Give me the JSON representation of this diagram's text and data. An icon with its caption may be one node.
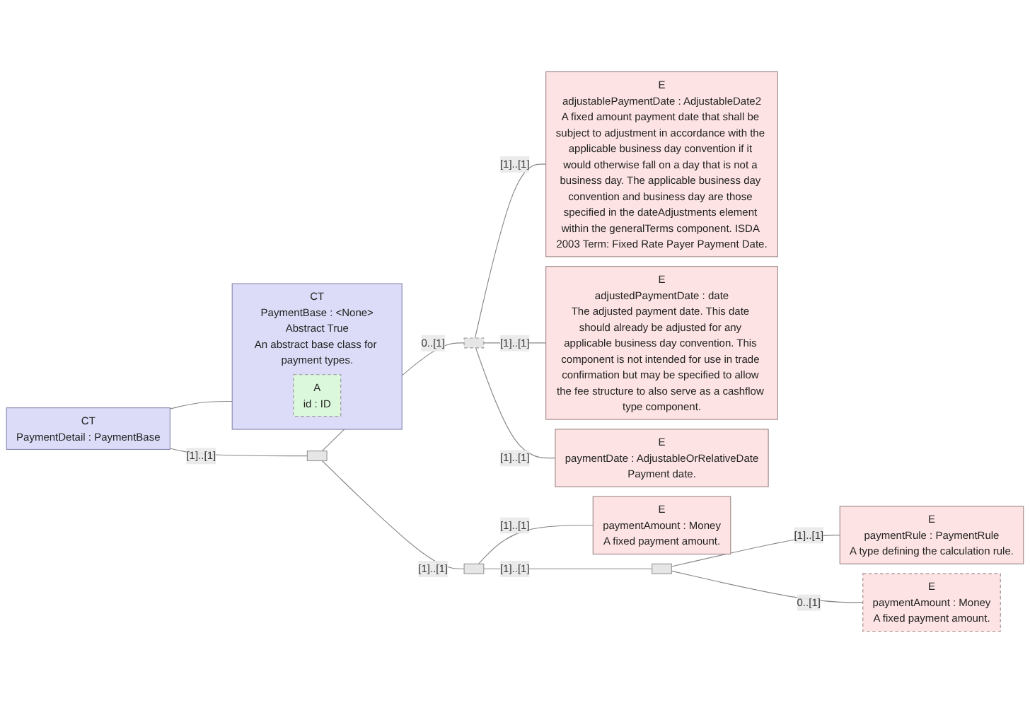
{
  "diagram": {
    "nodes": [
      {
        "text": [
          "CT",
          "PaymentDetail : PaymentBase"
        ]
      },
      {
        "text": [
          "CT",
          "PaymentBase : <None>",
          "Abstract True",
          "An abstract base class for payment types."
        ]
      },
      {
        "text": [
          "A",
          "id : ID"
        ],
        "in": 1
      },
      {
        "text": [],
        "shape": "box"
      },
      {
        "text": [],
        "shape": "box"
      },
      {
        "text": [
          "E",
          "adjustablePaymentDate : AdjustableDate2",
          "A fixed amount payment date that shall be subject to adjustment in accordance with the applicable business day convention if it would otherwise fall on a day that is not a business day. The applicable business day convention and business day are those specified in the dateAdjustments element within the generalTerms component. ISDA 2003 Term: Fixed Rate Payer Payment Date."
        ]
      },
      {
        "text": [
          "E",
          "adjustedPaymentDate : date",
          "The adjusted payment date. This date should already be adjusted for any applicable business day convention. This component is not intended for use in trade confirmation but may be specified to allow the fee structure to also serve as a cashflow type component."
        ]
      },
      {
        "text": [
          "E",
          "paymentDate : AdjustableOrRelativeDate",
          "Payment date."
        ]
      },
      {
        "text": [],
        "shape": "box"
      },
      {
        "text": [
          "E",
          "paymentAmount : Money",
          "A fixed payment amount."
        ]
      },
      {
        "text": [],
        "shape": "box"
      },
      {
        "text": [
          "E",
          "paymentRule : PaymentRule",
          "A type defining the calculation rule."
        ]
      },
      {
        "text": [
          "E",
          "paymentAmount : Money",
          "A fixed payment amount."
        ]
      }
    ],
    "edges": [
      {
        "from": 0,
        "to": 1,
        "arrow": "none"
      },
      {
        "from": 0,
        "to": 3,
        "arrow": "none",
        "label": "[1]..[1]"
      },
      {
        "from": 3,
        "to": 4,
        "arrow": "none",
        "label": "0..[1]"
      },
      {
        "from": 4,
        "to": 5,
        "arrow": "none",
        "label": "[1]..[1]"
      },
      {
        "from": 4,
        "to": 6,
        "arrow": "none",
        "label": "[1]..[1]"
      },
      {
        "from": 4,
        "to": 7,
        "arrow": "none",
        "label": "[1]..[1]"
      },
      {
        "from": 3,
        "to": 8,
        "arrow": "none",
        "label": "[1]..[1]"
      },
      {
        "from": 8,
        "to": 9,
        "arrow": "none",
        "label": "[1]..[1]"
      },
      {
        "from": 8,
        "to": 10,
        "arrow": "none",
        "label": "[1]..[1]"
      },
      {
        "from": 10,
        "to": 11,
        "arrow": "none",
        "label": "[1]..[1]"
      },
      {
        "from": 10,
        "to": 12,
        "arrow": "none",
        "label": "0..[1]"
      }
    ]
  }
}
